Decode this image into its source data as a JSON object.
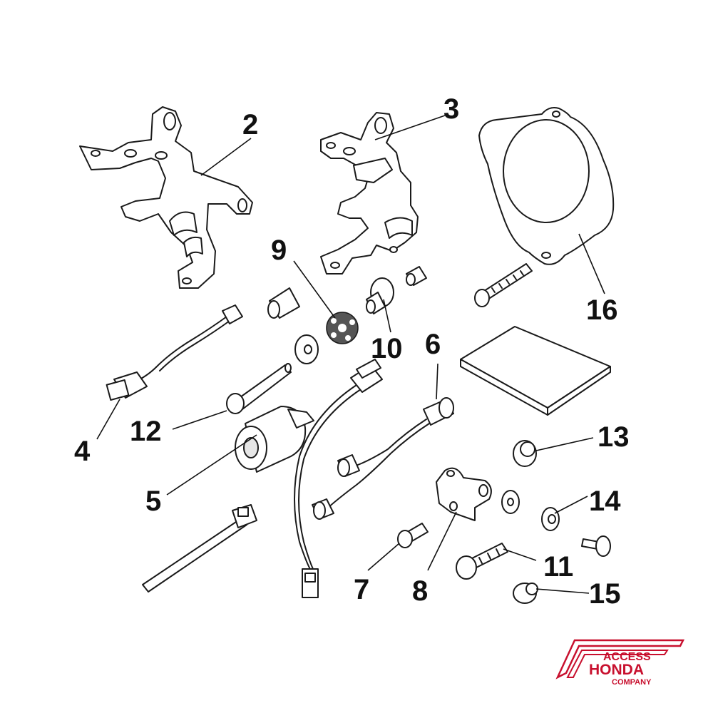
{
  "callouts": {
    "c2": "2",
    "c3": "3",
    "c4": "4",
    "c5": "5",
    "c6": "6",
    "c7": "7",
    "c8": "8",
    "c9": "9",
    "c10": "10",
    "c11": "11",
    "c12": "12",
    "c13": "13",
    "c14": "14",
    "c15": "15",
    "c16": "16"
  },
  "logo": {
    "line1": "ACCESS",
    "line2": "HONDA",
    "line3": "COMPANY",
    "color": "#c8102e"
  }
}
